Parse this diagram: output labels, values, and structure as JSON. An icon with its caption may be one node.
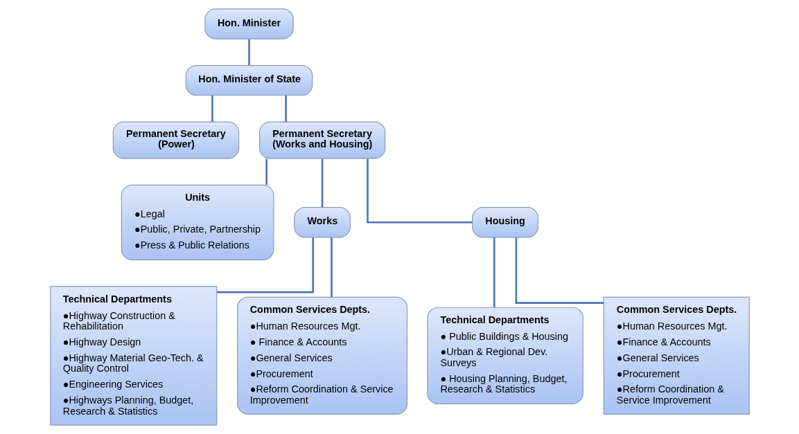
{
  "diagram": {
    "nodes": [
      {
        "text": [
          "Hon. Minister"
        ]
      },
      {
        "text": [
          "Hon. Minister of State"
        ]
      },
      {
        "text": [
          "Permanent Secretary (Power)"
        ]
      },
      {
        "text": [
          "Permanent Secretary (Works and Housing)"
        ]
      },
      {
        "text": [
          "Units",
          "●Legal",
          "●Public, Private, Partnership",
          "●Press & Public Relations"
        ]
      },
      {
        "text": [
          "Works"
        ]
      },
      {
        "text": [
          "Housing"
        ]
      },
      {
        "text": [
          "Technical Departments",
          "●Highway Construction & Rehabilitation",
          "●Highway Design",
          "●Highway Material Geo-Tech. & Quality Control",
          "●Engineering Services",
          "●Highways Planning, Budget, Research & Statistics"
        ]
      },
      {
        "text": [
          "Common Services Depts.",
          "●Human Resources Mgt.",
          "● Finance & Accounts",
          "●General Services",
          "●Procurement",
          "●Reform Coordination & Service Improvement"
        ]
      },
      {
        "text": [
          "Technical Departments",
          "● Public Buildings & Housing",
          "●Urban & Regional Dev. Surveys",
          "● Housing Planning, Budget, Research & Statistics"
        ]
      },
      {
        "text": [
          "Common Services Depts.",
          "●Human Resources Mgt.",
          "●Finance & Accounts",
          "●General Services",
          "●Procurement",
          "●Reform Coordination & Service Improvement"
        ]
      }
    ],
    "edges": [
      {
        "from": 0,
        "to": 1,
        "arrow": "none"
      },
      {
        "from": 1,
        "to": 2,
        "arrow": "none"
      },
      {
        "from": 1,
        "to": 3,
        "arrow": "none"
      },
      {
        "from": 3,
        "to": 4,
        "arrow": "none"
      },
      {
        "from": 3,
        "to": 5,
        "arrow": "none"
      },
      {
        "from": 3,
        "to": 6,
        "arrow": "none"
      },
      {
        "from": 5,
        "to": 7,
        "arrow": "none"
      },
      {
        "from": 5,
        "to": 8,
        "arrow": "none"
      },
      {
        "from": 6,
        "to": 9,
        "arrow": "none"
      },
      {
        "from": 6,
        "to": 10,
        "arrow": "none"
      }
    ]
  }
}
